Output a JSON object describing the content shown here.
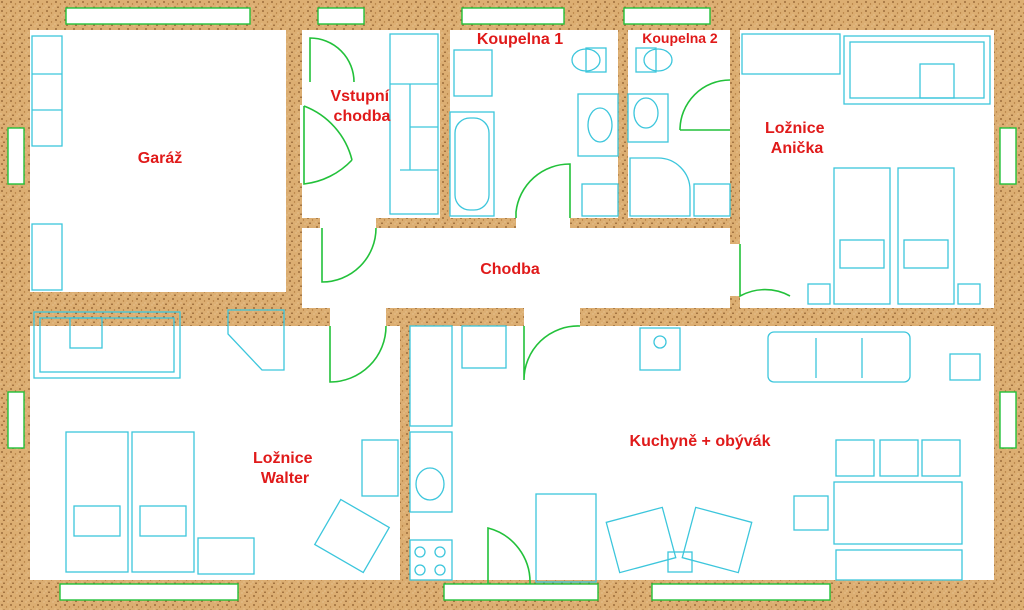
{
  "rooms": [
    {
      "id": "garage",
      "label": "Garáž"
    },
    {
      "id": "entrance",
      "label": "Vstupní chodba"
    },
    {
      "id": "bath1",
      "label": "Koupelna 1"
    },
    {
      "id": "bath2",
      "label": "Koupelna 2"
    },
    {
      "id": "bedroom_anicka",
      "label": "Ložnice Anička"
    },
    {
      "id": "hallway",
      "label": "Chodba"
    },
    {
      "id": "bedroom_walter",
      "label": "Ložnice Walter"
    },
    {
      "id": "kitchen_living",
      "label": "Kuchyně + obývák"
    }
  ],
  "colors": {
    "wall": "#d9a86a",
    "wall_speckle": "#8a5a2b",
    "door": "#22c13a",
    "furniture": "#3cc6dc",
    "label": "#e01a1a"
  }
}
